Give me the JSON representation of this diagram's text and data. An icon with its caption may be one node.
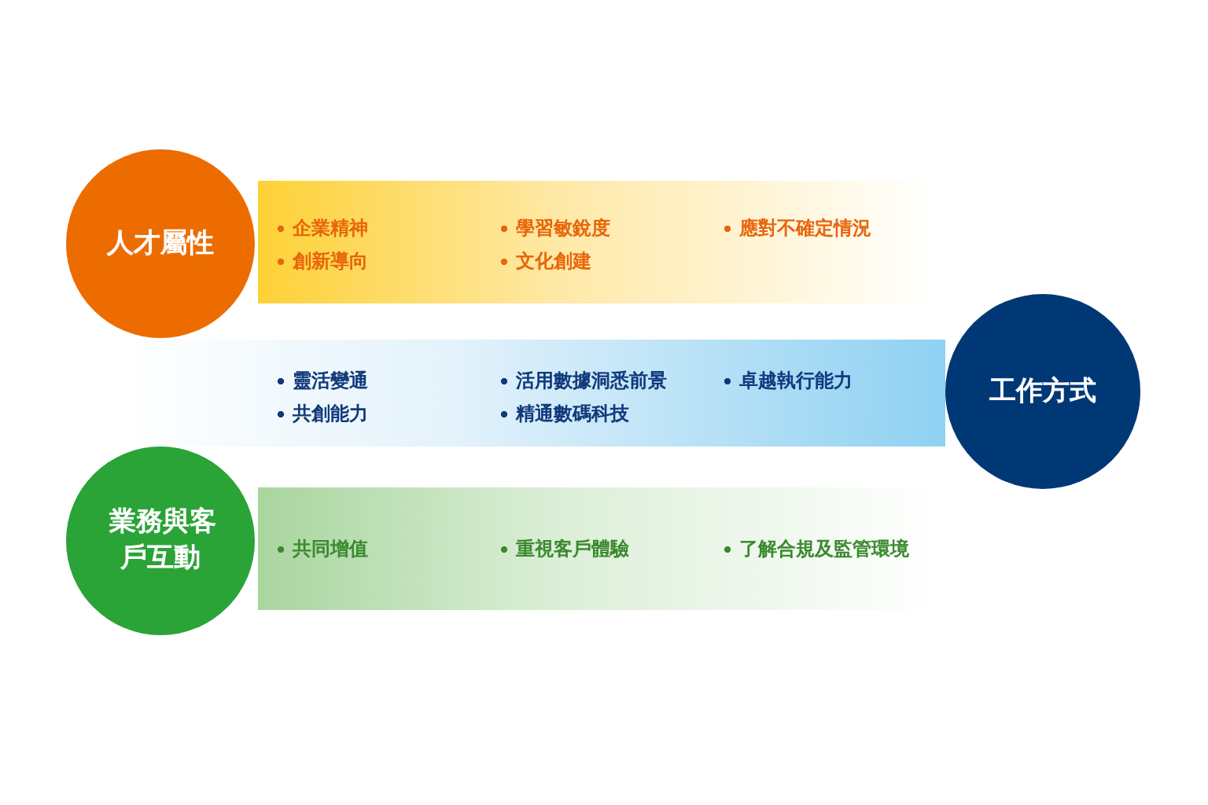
{
  "diagram": {
    "nodes": [
      {
        "text": [
          "人才屬性"
        ]
      },
      {
        "text": [
          "企業精神",
          "學習敏銳度",
          "應對不確定情況",
          "創新導向",
          "文化創建"
        ]
      },
      {
        "text": [
          "靈活變通",
          "活用數據洞悉前景",
          "卓越執行能力",
          "共創能力",
          "精通數碼科技"
        ]
      },
      {
        "text": [
          "工作方式"
        ]
      },
      {
        "text": [
          "業務與客戶互動"
        ]
      },
      {
        "text": [
          "共同增值",
          "重視客戶體驗",
          "了解合規及監管環境"
        ]
      }
    ]
  }
}
